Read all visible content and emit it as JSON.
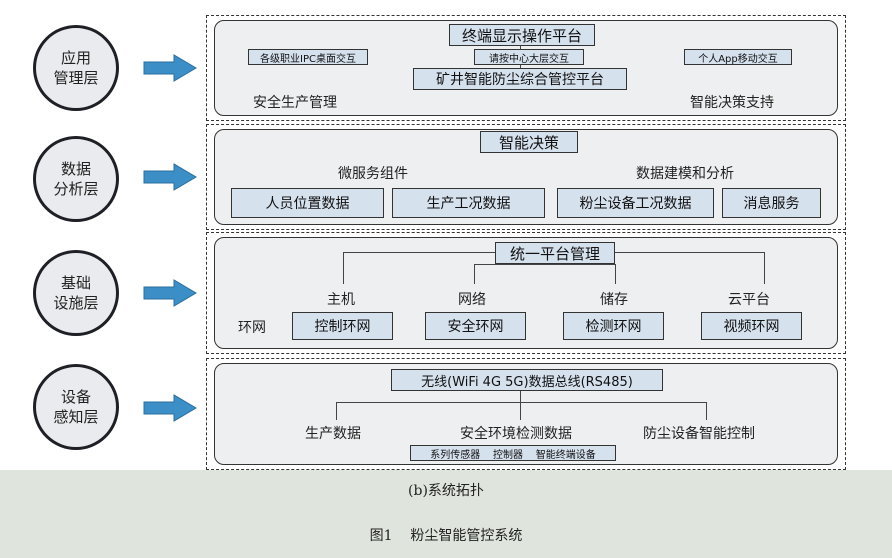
{
  "layers": [
    {
      "name": "应用\n管理层"
    },
    {
      "name": "数据\n分析层"
    },
    {
      "name": "基础\n设施层"
    },
    {
      "name": "设备\n感知层"
    }
  ],
  "app_layer": {
    "terminal_platform": "终端显示操作平台",
    "ipc": "各级职业IPC桌面交互",
    "big_screen": "请按中心大层交互",
    "mobile": "个人App移动交互",
    "dust_platform": "矿井智能防尘综合管控平台",
    "safety": "安全生产管理",
    "decision": "智能决策支持"
  },
  "data_layer": {
    "smart_decision": "智能决策",
    "microservice": "微服务组件",
    "modeling": "数据建模和分析",
    "boxes": [
      "人员位置数据",
      "生产工况数据",
      "粉尘设备工况数据",
      "消息服务"
    ]
  },
  "infra_layer": {
    "unified": "统一平台管理",
    "host": "主机",
    "network": "网络",
    "storage": "储存",
    "cloud": "云平台",
    "ring": "环网",
    "boxes": [
      "控制环网",
      "安全环网",
      "检测环网",
      "视频环网"
    ]
  },
  "device_layer": {
    "bus": "无线(WiFi 4G 5G)数据总线(RS485)",
    "production": "生产数据",
    "env": "安全环境检测数据",
    "dust_ctrl": "防尘设备智能控制",
    "devices": "系列传感器    控制器    智能终端设备"
  },
  "captions": {
    "sub": "(b)系统拓扑",
    "figure": "图1    粉尘智能管控系统"
  }
}
